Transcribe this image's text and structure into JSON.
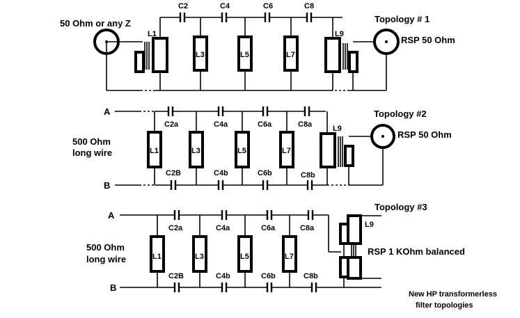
{
  "topology1": {
    "title": "Topology # 1",
    "source_label": "50 Ohm or any Z",
    "load_label": "RSP 50 Ohm",
    "caps": [
      "C2",
      "C4",
      "C6",
      "C8"
    ],
    "inductors": [
      "L1",
      "L3",
      "L5",
      "L7",
      "L9"
    ]
  },
  "topology2": {
    "title": "Topology #2",
    "source_label_line1": "500 Ohm",
    "source_label_line2": "long wire",
    "load_label": "RSP 50 Ohm",
    "node_a": "A",
    "node_b": "B",
    "caps_top": [
      "C2a",
      "C4a",
      "C6a",
      "C8a"
    ],
    "caps_bottom": [
      "C2B",
      "C4b",
      "C6b",
      "C8b"
    ],
    "inductors": [
      "L1",
      "L3",
      "L5",
      "L7",
      "L9"
    ]
  },
  "topology3": {
    "title": "Topology #3",
    "source_label_line1": "500 Ohm",
    "source_label_line2": "long wire",
    "load_label": "RSP 1 KOhm balanced",
    "node_a": "A",
    "node_b": "B",
    "caps_top": [
      "C2a",
      "C4a",
      "C6a",
      "C8a"
    ],
    "caps_bottom": [
      "C2B",
      "C4b",
      "C6b",
      "C8b"
    ],
    "inductors": [
      "L1",
      "L3",
      "L5",
      "L7",
      "L9"
    ]
  },
  "footnote": {
    "line1": "New HP transformerless",
    "line2": "filter topologies"
  }
}
